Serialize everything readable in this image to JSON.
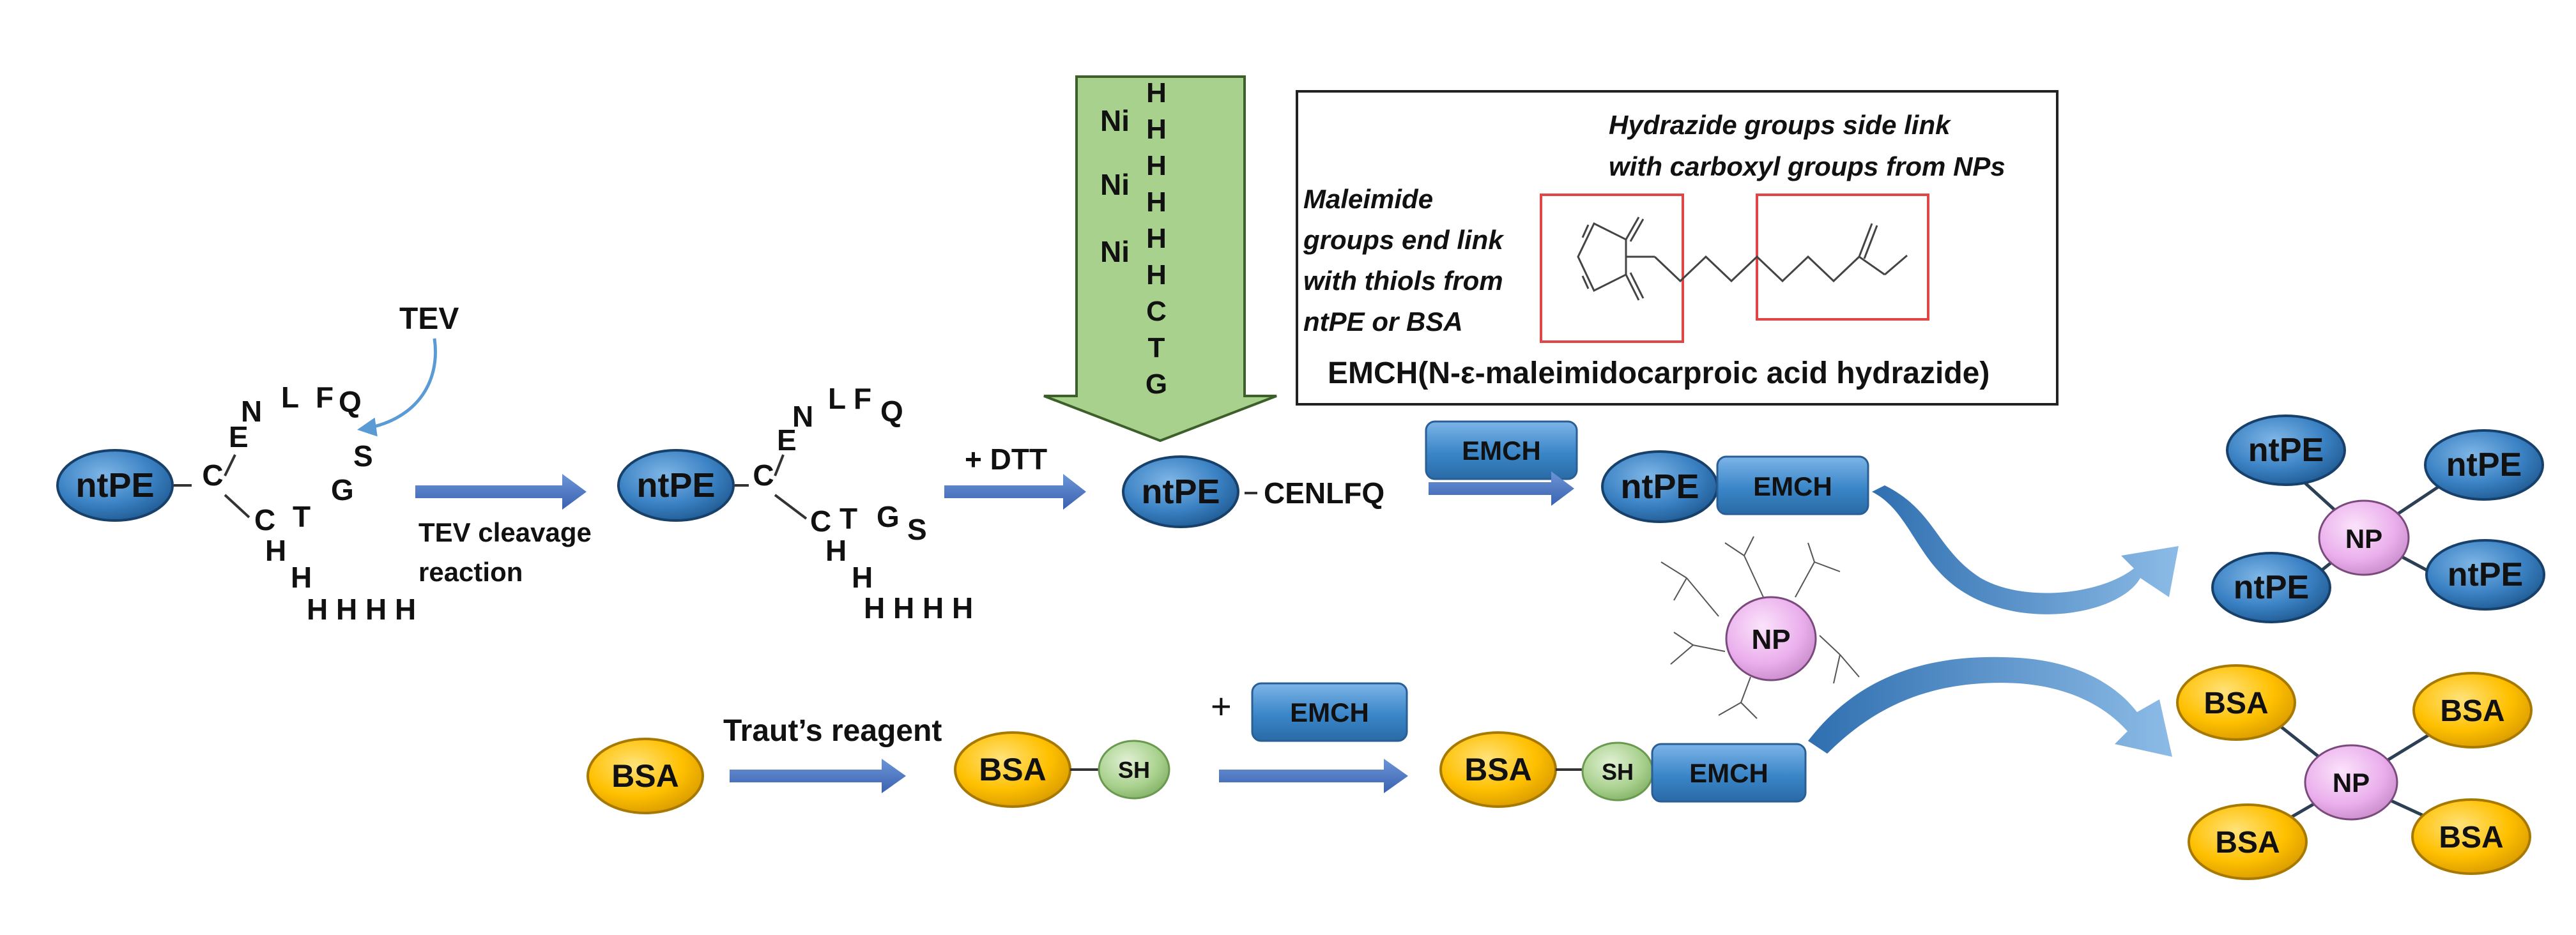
{
  "labels": {
    "ntpe": "ntPE",
    "bsa": "BSA",
    "np": "NP",
    "sh": "SH",
    "emch": "EMCH",
    "tev": "TEV",
    "tev_cleavage_line1": "TEV cleavage",
    "tev_cleavage_line2": "reaction",
    "dtt": "+ DTT",
    "cenlfq": "CENLFQ",
    "trauts_reagent": "Traut’s reagent",
    "plus": "+",
    "ni": "Ni",
    "hydrazide_line1": "Hydrazide groups side link",
    "hydrazide_line2": "with carboxyl groups from NPs",
    "maleimide_line1": "Maleimide",
    "maleimide_line2": "groups end link",
    "maleimide_line3": "with thiols from",
    "maleimide_line4": "ntPE or BSA",
    "emch_full": "EMCH(N-ε-maleimidocarproic acid hydrazide)"
  },
  "peptide": {
    "C": "C",
    "E": "E",
    "N": "N",
    "L": "L",
    "F": "F",
    "Q": "Q",
    "S": "S",
    "G": "G",
    "T": "T",
    "H": "H",
    "hhhh": "H H H H"
  },
  "column_letters": [
    "H",
    "H",
    "H",
    "H",
    "H",
    "H",
    "C",
    "T",
    "G"
  ],
  "colors": {
    "ntpe": "#2e75b6",
    "bsa": "#ffc000",
    "np": "#e8a7ea",
    "sh": "#a9d18e",
    "emch": "#3a86c8",
    "arrow": "#4472c4",
    "column": "#a9d18e",
    "curve": "#4f8fcf",
    "highlight_box": "#e04646"
  }
}
